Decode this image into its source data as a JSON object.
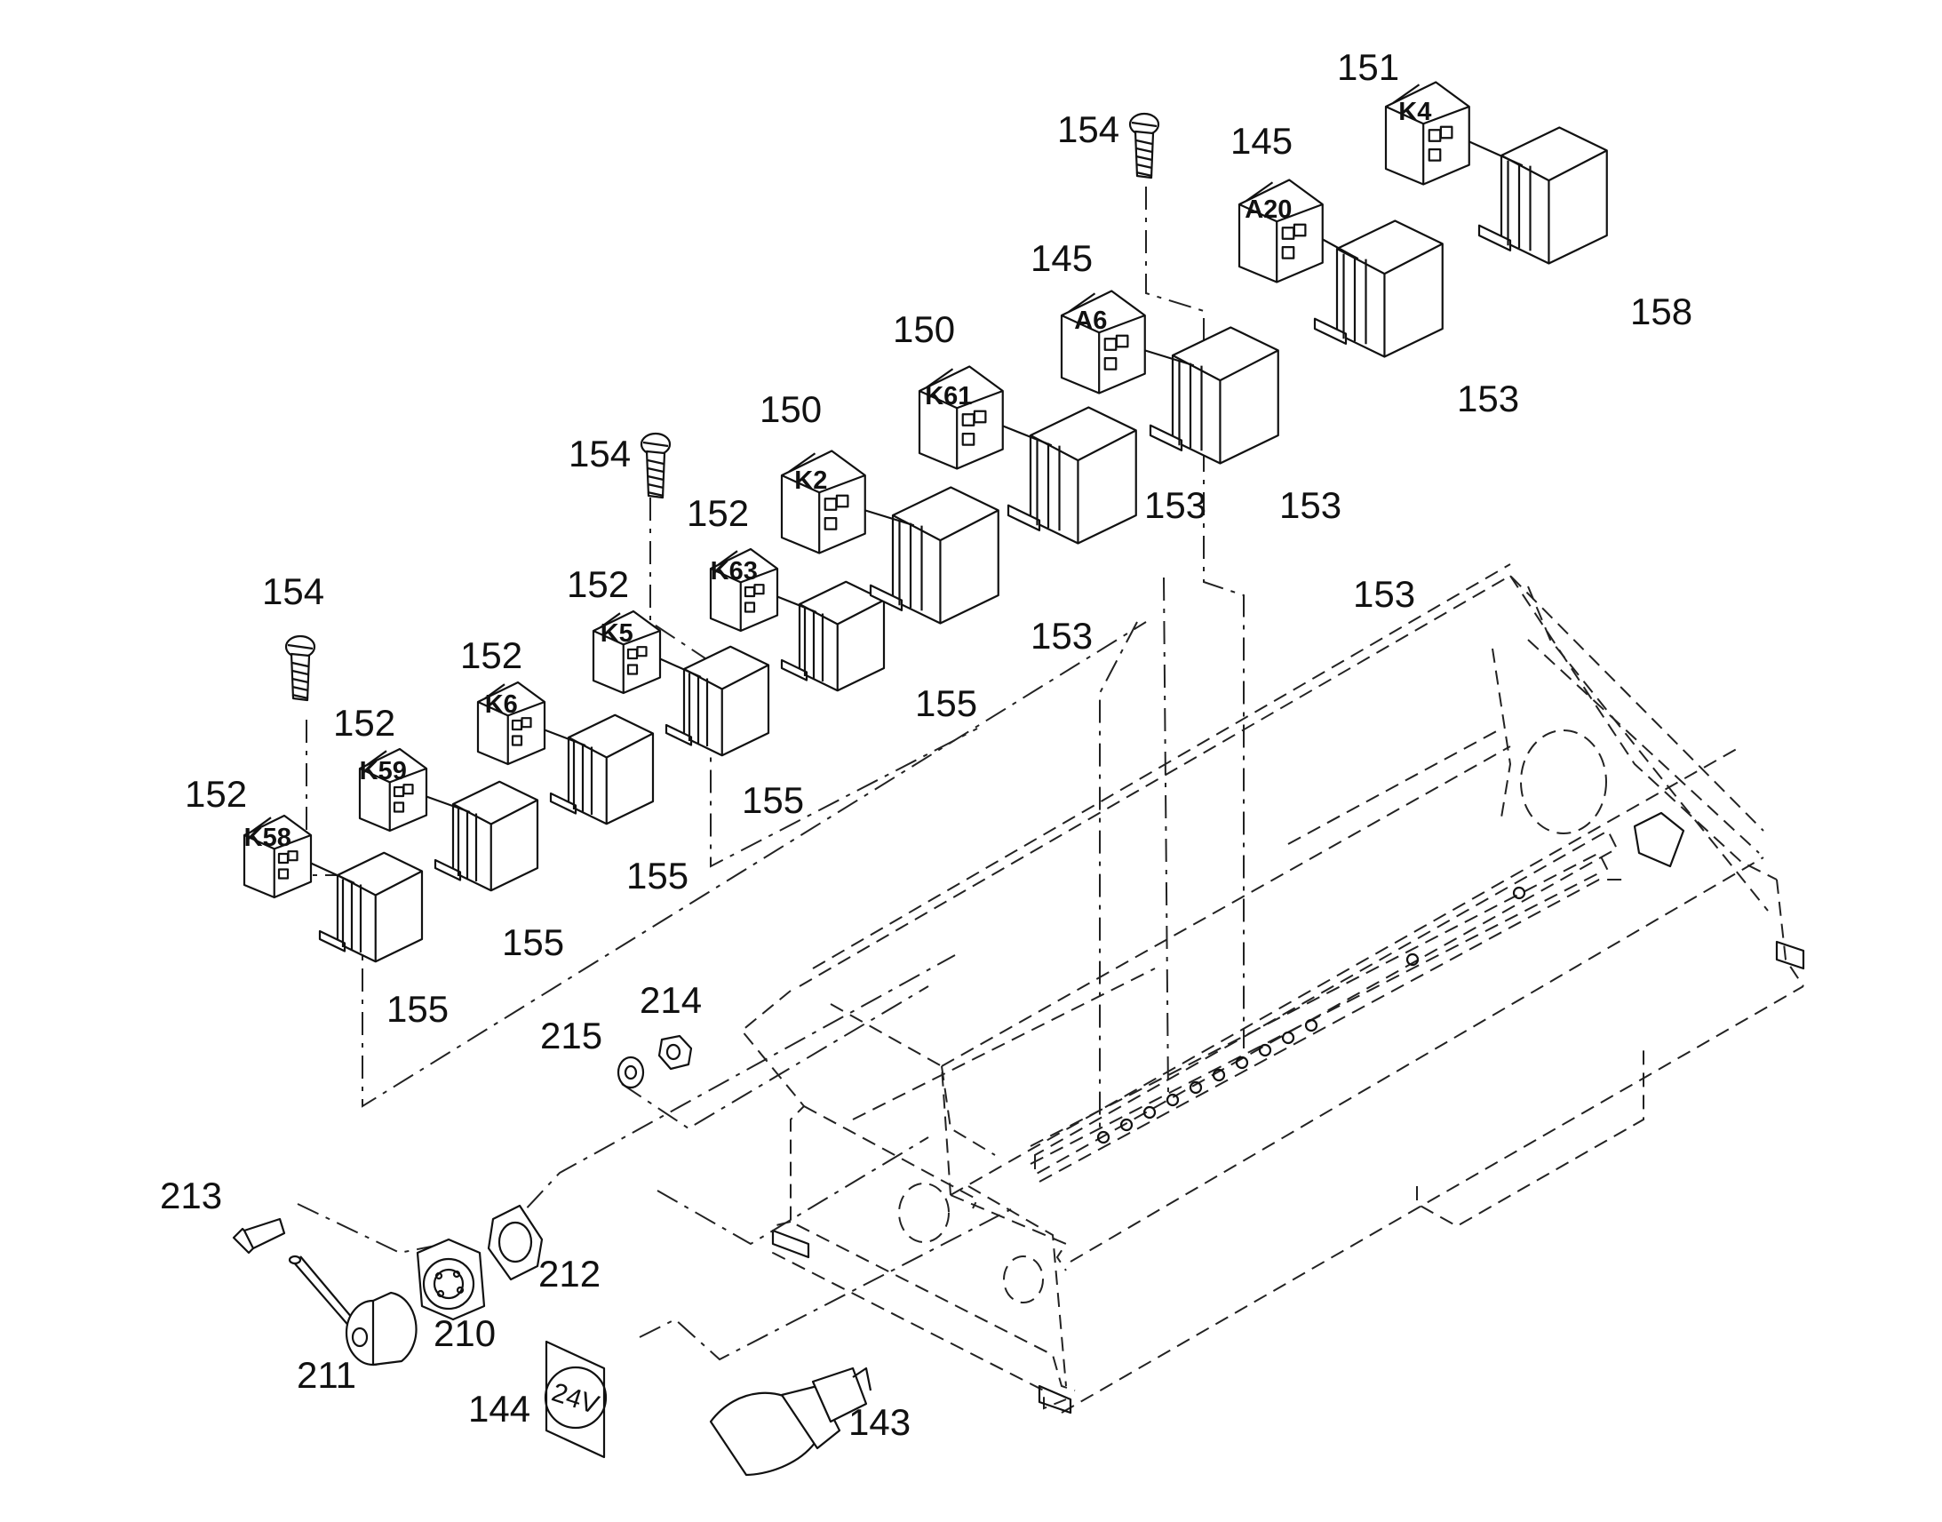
{
  "relays": [
    {
      "tag": "K58",
      "item": "152",
      "socket_item": "155"
    },
    {
      "tag": "K59",
      "item": "152",
      "socket_item": "155"
    },
    {
      "tag": "K6",
      "item": "152",
      "socket_item": "155"
    },
    {
      "tag": "K5",
      "item": "152",
      "socket_item": "155"
    },
    {
      "tag": "K63",
      "item": "152",
      "socket_item": "155"
    },
    {
      "tag": "K2",
      "item": "150",
      "socket_item": "153"
    },
    {
      "tag": "K61",
      "item": "150",
      "socket_item": "153"
    },
    {
      "tag": "A6",
      "item": "145",
      "socket_item": "153"
    },
    {
      "tag": "A20",
      "item": "145",
      "socket_item": "153"
    },
    {
      "tag": "K4",
      "item": "151",
      "socket_item": "158"
    }
  ],
  "screws": [
    {
      "item": "154"
    },
    {
      "item": "154"
    },
    {
      "item": "154"
    }
  ],
  "callouts": {
    "unlabeled_153": "153",
    "nut": "214",
    "washer": "215",
    "screw_small": "213",
    "connector": "210",
    "cap": "211",
    "gasket": "212",
    "voltage_plate": "144",
    "socket_outlet": "143"
  },
  "plate_text": "24V"
}
